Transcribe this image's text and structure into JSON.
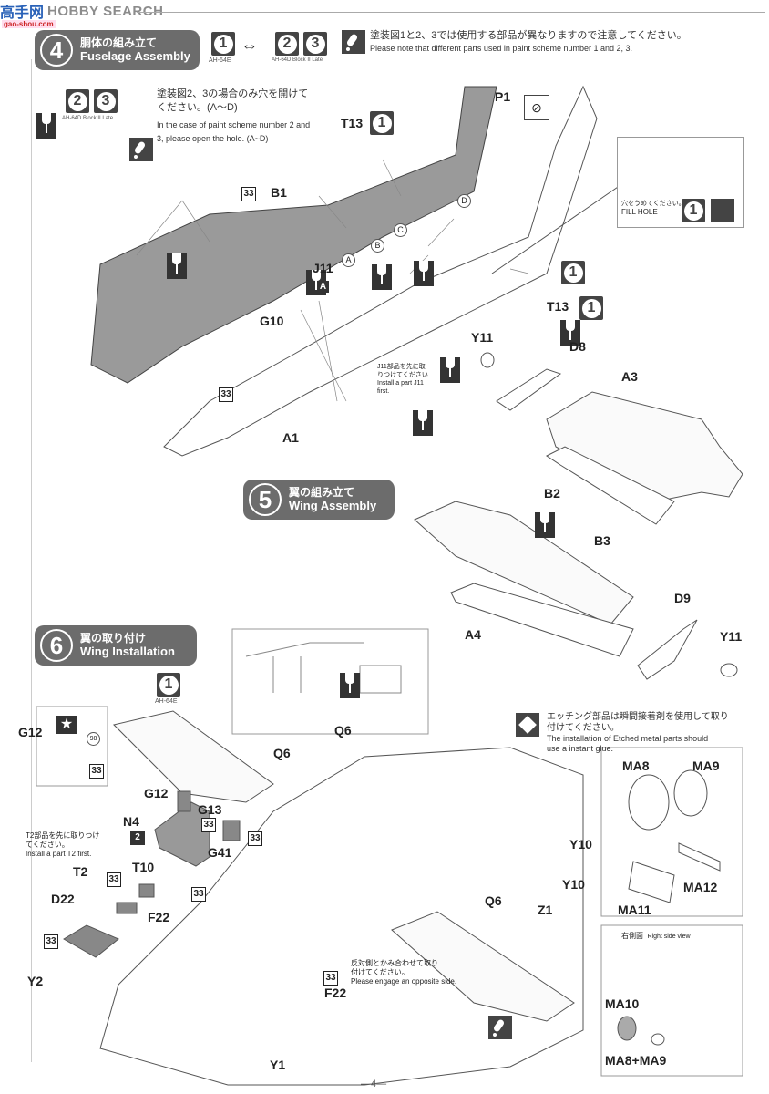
{
  "watermark": {
    "logo": "高手网",
    "brand": "HOBBY SEARCH",
    "sub": "gao-shou.com"
  },
  "step4": {
    "number": "4",
    "title_jp": "胴体の組み立て",
    "title_en": "Fuselage Assembly",
    "scheme_badges": [
      "1",
      "2",
      "3"
    ],
    "scheme_label_1": "AH-64E",
    "scheme_label_23": "AH-64D Block II Late",
    "note_jp": "塗装図1と2、3では使用する部品が異なりますので注意してください。",
    "note_en": "Please note that different parts used in paint scheme  number 1 and 2, 3.",
    "hole_note_jp_1": "塗装図2、3の場合のみ穴を開けて",
    "hole_note_jp_2": "ください。(A～D)",
    "hole_note_en_1": "In the case of paint scheme  number 2 and",
    "hole_note_en_2": "3, please open the hole. (A~D)",
    "fill_hole_jp": "穴をうめてください。",
    "fill_hole_en": "FILL HOLE",
    "j11_note_jp_1": "J11部品を先に取",
    "j11_note_jp_2": "りつけてください",
    "j11_note_en_1": "Install a part J11",
    "j11_note_en_2": "first.",
    "hole_letters": [
      "A",
      "B",
      "C",
      "D"
    ],
    "parts": [
      "B1",
      "P1",
      "T13",
      "J11",
      "G10",
      "A1",
      "T13",
      "A"
    ],
    "paint_code": "33"
  },
  "step5": {
    "number": "5",
    "title_jp": "翼の組み立て",
    "title_en": "Wing Assembly",
    "parts": [
      "Y11",
      "D8",
      "A3",
      "B2",
      "B3",
      "A4",
      "D9",
      "Y11"
    ]
  },
  "step6": {
    "number": "6",
    "title_jp": "翼の取り付け",
    "title_en": "Wing Installation",
    "scheme_badge": "1",
    "scheme_label": "AH-64E",
    "etch_note_jp_1": "エッチング部品は瞬間接着剤を使用して取り",
    "etch_note_jp_2": "付けてください。",
    "etch_note_en_1": "The installation of Etched metal parts should",
    "etch_note_en_2": "use a instant glue.",
    "t2_note_jp_1": "T2部品を先に取りつけ",
    "t2_note_jp_2": "てください。",
    "t2_note_en": "Install a part T2 first.",
    "opposite_note_jp_1": "反対側とかみ合わせて取り",
    "opposite_note_jp_2": "付けてください。",
    "opposite_note_en": "Please engage an opposite side.",
    "right_side_jp": "右側面",
    "right_side_en": "Right side view",
    "parts": {
      "g12_inset": "G12",
      "code98": "98",
      "code33": "33",
      "n4_code": "2",
      "q6a": "Q6",
      "q6b": "Q6",
      "q6c": "Q6",
      "g12": "G12",
      "g13": "G13",
      "n4": "N4",
      "g41": "G41",
      "t2": "T2",
      "t10": "T10",
      "f22a": "F22",
      "d22": "D22",
      "y2": "Y2",
      "y1": "Y1",
      "f22b": "F22",
      "y10a": "Y10",
      "y10b": "Y10",
      "z1": "Z1",
      "ma8": "MA8",
      "ma9": "MA9",
      "ma11": "MA11",
      "ma12": "MA12",
      "ma10": "MA10",
      "ma8ma9": "MA8+MA9"
    }
  },
  "page_number": "—4—"
}
